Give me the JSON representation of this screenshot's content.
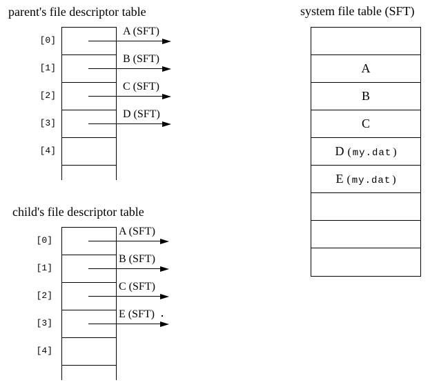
{
  "colors": {
    "line": "#000000",
    "background": "#ffffff",
    "text": "#000000"
  },
  "parent_table": {
    "title": "parent's file descriptor table",
    "indices": [
      "[0]",
      "[1]",
      "[2]",
      "[3]",
      "[4]"
    ],
    "pointers": [
      "A (SFT)",
      "B (SFT)",
      "C (SFT)",
      "D (SFT)"
    ]
  },
  "child_table": {
    "title": "child's file descriptor table",
    "indices": [
      "[0]",
      "[1]",
      "[2]",
      "[3]",
      "[4]"
    ],
    "pointers": [
      "A (SFT)",
      "B (SFT)",
      "C (SFT)",
      "E (SFT)"
    ]
  },
  "sft": {
    "title": "system file table (SFT)",
    "cells": [
      {
        "label": ""
      },
      {
        "label": "A"
      },
      {
        "label": "B"
      },
      {
        "label": "C"
      },
      {
        "label": "D",
        "open": "(",
        "file": "my.dat",
        "close": ")"
      },
      {
        "label": "E",
        "open": "(",
        "file": "my.dat",
        "close": ")"
      },
      {
        "label": ""
      },
      {
        "label": ""
      },
      {
        "label": ""
      }
    ]
  }
}
